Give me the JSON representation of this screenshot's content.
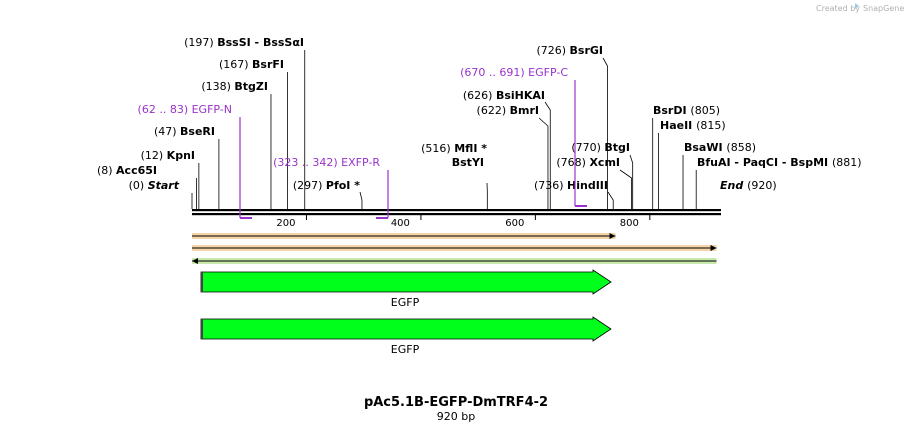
{
  "credit": "Created by",
  "brand": "SnapGene",
  "title": "pAc5.1B-EGFP-DmTRF4-2",
  "subtitle": "920 bp",
  "ticks": [
    {
      "pos": 200,
      "label": "200"
    },
    {
      "pos": 400,
      "label": "400"
    },
    {
      "pos": 600,
      "label": "600"
    },
    {
      "pos": 800,
      "label": "800"
    }
  ],
  "enzymes_left": [
    {
      "pos": 0,
      "num": "(0)",
      "name": "Start",
      "italic": true
    },
    {
      "pos": 8,
      "num": "(8)",
      "name": "Acc65I"
    },
    {
      "pos": 12,
      "num": "(12)",
      "name": "KpnI"
    },
    {
      "pos": 47,
      "num": "(47)",
      "name": "BseRI"
    },
    {
      "pos": 138,
      "num": "(138)",
      "name": "BtgZI"
    },
    {
      "pos": 167,
      "num": "(167)",
      "name": "BsrFI"
    },
    {
      "pos": 197,
      "num": "(197)",
      "name": "BssSI  -  BssSαI"
    }
  ],
  "enzymes_mid": [
    {
      "pos": 297,
      "num": "(297)",
      "name": "PfoI *"
    },
    {
      "pos": 516,
      "num": "(516)",
      "name": "MflI *"
    },
    {
      "pos": 516,
      "num": "",
      "name": "BstYI"
    },
    {
      "pos": 622,
      "num": "(622)",
      "name": "BmrI"
    },
    {
      "pos": 626,
      "num": "(626)",
      "name": "BsiHKAI"
    },
    {
      "pos": 726,
      "num": "(726)",
      "name": "BsrGI"
    },
    {
      "pos": 736,
      "num": "(736)",
      "name": "HindIII"
    },
    {
      "pos": 768,
      "num": "(768)",
      "name": "XcmI"
    },
    {
      "pos": 770,
      "num": "(770)",
      "name": "BtgI"
    }
  ],
  "enzymes_right": [
    {
      "pos": 805,
      "num": "(805)",
      "name": "BsrDI"
    },
    {
      "pos": 815,
      "num": "(815)",
      "name": "HaeII"
    },
    {
      "pos": 858,
      "num": "(858)",
      "name": "BsaWI"
    },
    {
      "pos": 881,
      "num": "(881)",
      "name": "BfuAI  -  PaqCI  -  BspMI"
    },
    {
      "pos": 920,
      "num": "(920)",
      "name": "End",
      "italic": true
    }
  ],
  "primers": [
    {
      "range": "(62 .. 83)",
      "name": "EGFP-N",
      "start": 62,
      "end": 83,
      "dir": "fwd"
    },
    {
      "range": "(323 .. 342)",
      "name": "EXFP-R",
      "start": 323,
      "end": 342,
      "dir": "rev"
    },
    {
      "range": "(670 .. 691)",
      "name": "EGFP-C",
      "start": 670,
      "end": 691,
      "dir": "fwd"
    }
  ],
  "features": [
    {
      "name": "EGFP",
      "start": 17,
      "end": 736,
      "color": "#00ff1a"
    },
    {
      "name": "EGFP",
      "start": 17,
      "end": 736,
      "color": "#00ff1a"
    }
  ],
  "orf_bars": [
    {
      "start": 0,
      "end": 740,
      "dir": "fwd",
      "color": "#e8a03c"
    },
    {
      "start": 0,
      "end": 920,
      "dir": "fwd",
      "color": "#e8a03c"
    },
    {
      "start": 0,
      "end": 920,
      "dir": "rev",
      "color": "#88cc44"
    }
  ],
  "colors": {
    "primer": "#9933cc",
    "backbone": "#000000"
  }
}
